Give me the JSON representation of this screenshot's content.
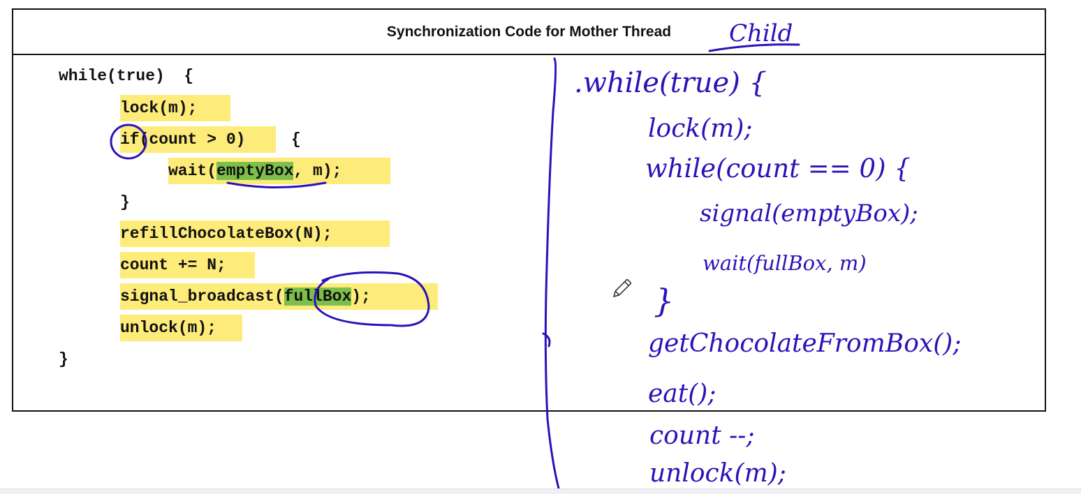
{
  "slide": {
    "title": "Synchronization Code for Mother Thread",
    "code_lines": [
      "while(true)  {",
      "lock(m);",
      "if(count > 0)",
      "{",
      "wait(",
      "emptyBox",
      ", m);",
      "}",
      "refillChocolateBox(N);",
      "count += N;",
      "signal_broadcast(",
      "fullBox",
      ");",
      "unlock(m);",
      "}"
    ],
    "highlight_colors": {
      "yellow": "#fdeb7a",
      "green": "#7cc04b"
    }
  },
  "annotations": {
    "ink_color": "#2b12b8",
    "title_note": "Child",
    "lines": [
      ".while(true) {",
      "lock(m);",
      "while(count == 0) {",
      "signal(emptyBox);",
      "wait(fullBox, m)",
      "}",
      "getChocolateFromBox();",
      "eat();",
      "count --;",
      "unlock(m);"
    ]
  },
  "icons": {
    "cursor": "pencil-icon"
  }
}
